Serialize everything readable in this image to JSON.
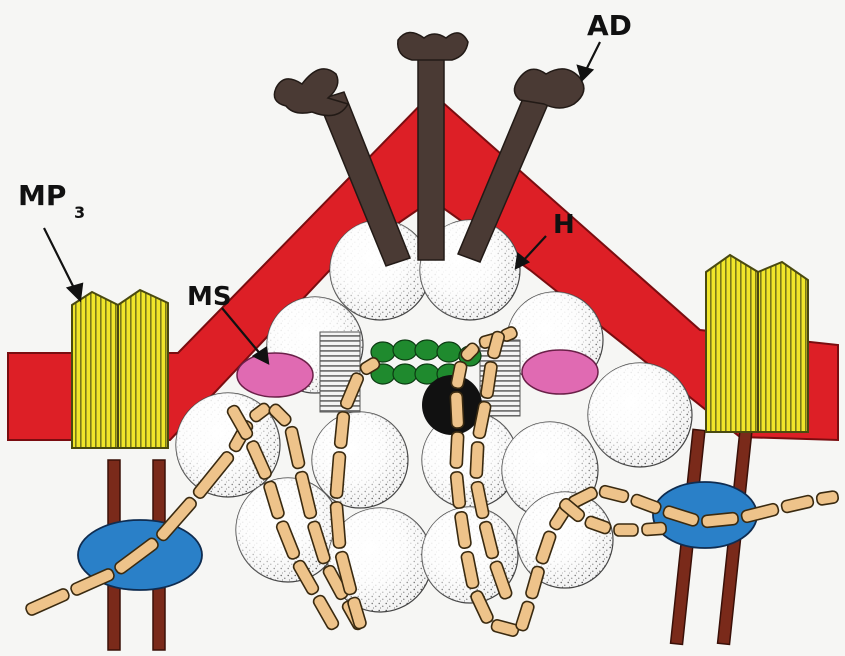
{
  "labels": {
    "ad": "AD",
    "h": "H",
    "ms": "MS",
    "mp_main": "MP",
    "mp_sub": "3"
  },
  "colors": {
    "background": "#f6f6f4",
    "band": "#dd1f26",
    "arm": "#4a3a34",
    "sphere": "#f3f3f3",
    "stipple": "#3a3a3a",
    "ms_oval": "#e06ab2",
    "green_bead": "#1f8a2e",
    "black_bead": "#111111",
    "cylinder": "#f0e62a",
    "stalk": "#7a2a1a",
    "blue_disc": "#2a80c8",
    "chain": "#eec38a",
    "block": "#9a9a9a"
  },
  "icons": {
    "arm": "y-shaped-arm",
    "sphere": "stippled-sphere",
    "cylinder": "striped-cylinder",
    "chain": "segmented-chain"
  }
}
